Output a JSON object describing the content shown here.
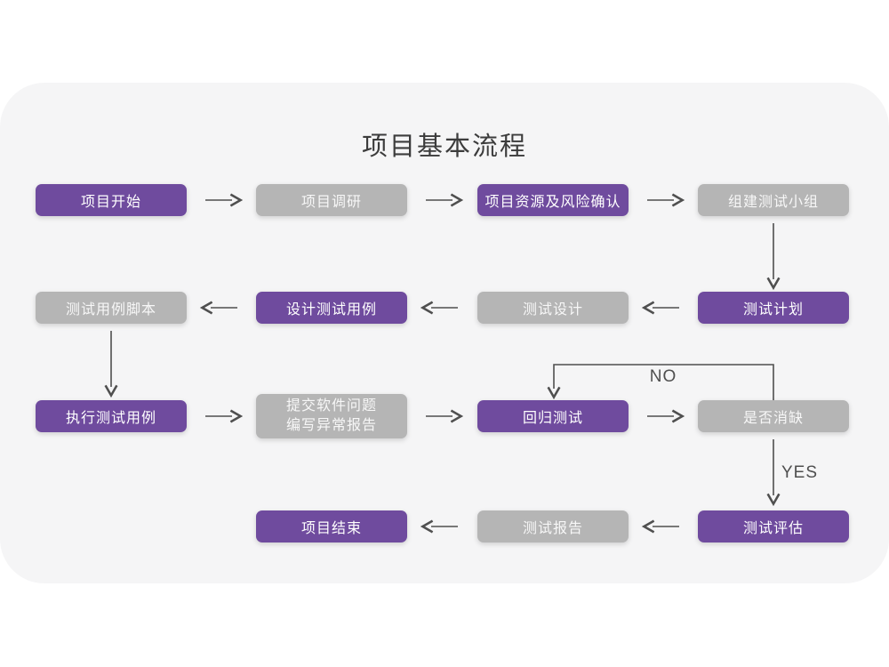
{
  "title": "项目基本流程",
  "colors": {
    "accent_purple": "#6f4b9e",
    "neutral_gray": "#b5b5b5",
    "card_bg": "#f5f5f6",
    "arrow_color": "#4f4f4f",
    "title_color": "#3c3c3c"
  },
  "flowchart": {
    "nodes": [
      {
        "id": "project-start",
        "label": "项目开始",
        "variant": "purple"
      },
      {
        "id": "project-research",
        "label": "项目调研",
        "variant": "gray"
      },
      {
        "id": "risk-confirm",
        "label": "项目资源及风险确认",
        "variant": "purple"
      },
      {
        "id": "build-test-team",
        "label": "组建测试小组",
        "variant": "gray"
      },
      {
        "id": "test-plan",
        "label": "测试计划",
        "variant": "purple"
      },
      {
        "id": "test-design",
        "label": "测试设计",
        "variant": "gray"
      },
      {
        "id": "design-test-case",
        "label": "设计测试用例",
        "variant": "purple"
      },
      {
        "id": "test-case-script",
        "label": "测试用例脚本",
        "variant": "gray"
      },
      {
        "id": "execute-test-case",
        "label": "执行测试用例",
        "variant": "purple"
      },
      {
        "id": "submit-issues",
        "lines": [
          "提交软件问题",
          "编写异常报告"
        ],
        "variant": "gray"
      },
      {
        "id": "regression-test",
        "label": "回归测试",
        "variant": "purple"
      },
      {
        "id": "defect-cleared",
        "label": "是否消缺",
        "variant": "gray"
      },
      {
        "id": "test-evaluation",
        "label": "测试评估",
        "variant": "purple"
      },
      {
        "id": "test-report",
        "label": "测试报告",
        "variant": "gray"
      },
      {
        "id": "project-end",
        "label": "项目结束",
        "variant": "purple"
      }
    ],
    "edges": [
      {
        "from": "project-start",
        "to": "project-research",
        "label": ""
      },
      {
        "from": "project-research",
        "to": "risk-confirm",
        "label": ""
      },
      {
        "from": "risk-confirm",
        "to": "build-test-team",
        "label": ""
      },
      {
        "from": "build-test-team",
        "to": "test-plan",
        "label": ""
      },
      {
        "from": "test-plan",
        "to": "test-design",
        "label": ""
      },
      {
        "from": "test-design",
        "to": "design-test-case",
        "label": ""
      },
      {
        "from": "design-test-case",
        "to": "test-case-script",
        "label": ""
      },
      {
        "from": "test-case-script",
        "to": "execute-test-case",
        "label": ""
      },
      {
        "from": "execute-test-case",
        "to": "submit-issues",
        "label": ""
      },
      {
        "from": "submit-issues",
        "to": "regression-test",
        "label": ""
      },
      {
        "from": "regression-test",
        "to": "defect-cleared",
        "label": ""
      },
      {
        "from": "defect-cleared",
        "to": "regression-test",
        "label": "NO"
      },
      {
        "from": "defect-cleared",
        "to": "test-evaluation",
        "label": "YES"
      },
      {
        "from": "test-evaluation",
        "to": "test-report",
        "label": ""
      },
      {
        "from": "test-report",
        "to": "project-end",
        "label": ""
      }
    ]
  }
}
